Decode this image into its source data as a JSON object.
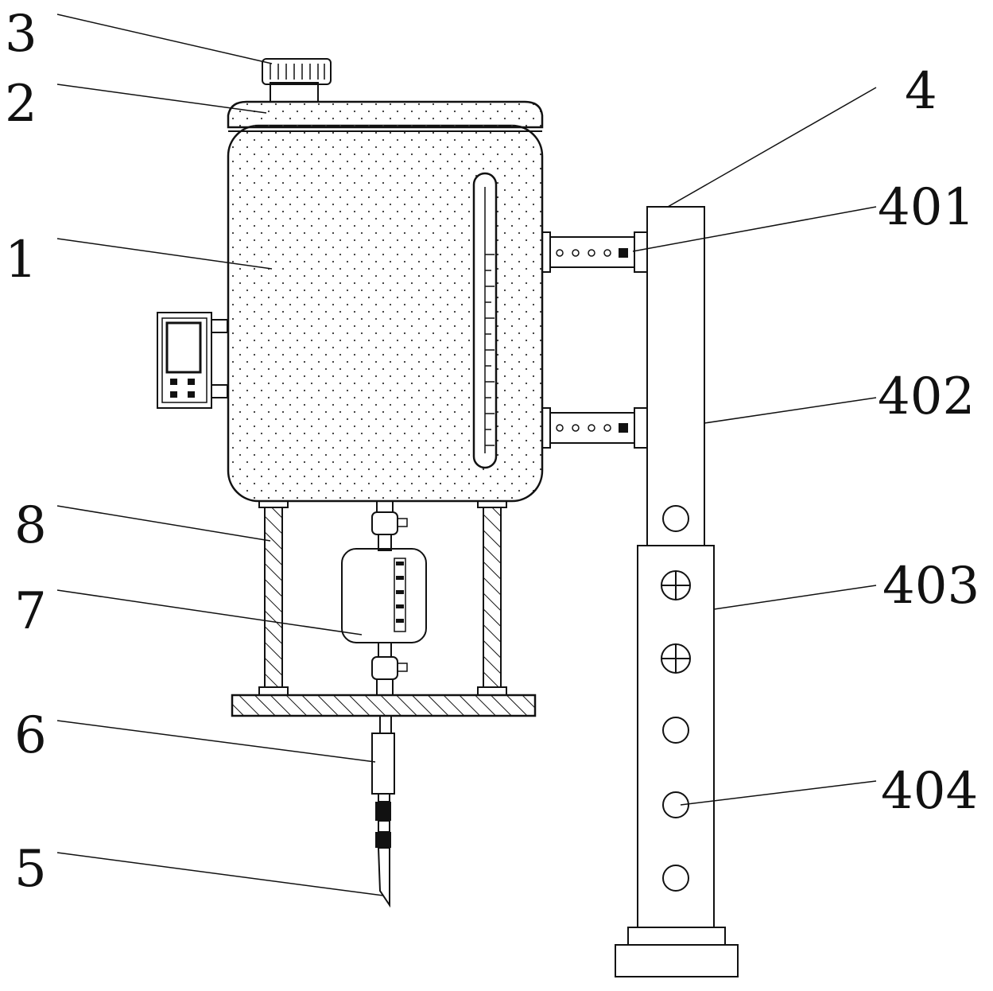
{
  "figure": {
    "labels": [
      {
        "id": "label-3",
        "text": "3"
      },
      {
        "id": "label-2",
        "text": "2"
      },
      {
        "id": "label-1",
        "text": "1"
      },
      {
        "id": "label-8",
        "text": "8"
      },
      {
        "id": "label-7",
        "text": "7"
      },
      {
        "id": "label-6",
        "text": "6"
      },
      {
        "id": "label-5",
        "text": "5"
      },
      {
        "id": "label-4",
        "text": "4"
      },
      {
        "id": "label-401",
        "text": "401"
      },
      {
        "id": "label-402",
        "text": "402"
      },
      {
        "id": "label-403",
        "text": "403"
      },
      {
        "id": "label-404",
        "text": "404"
      }
    ]
  }
}
